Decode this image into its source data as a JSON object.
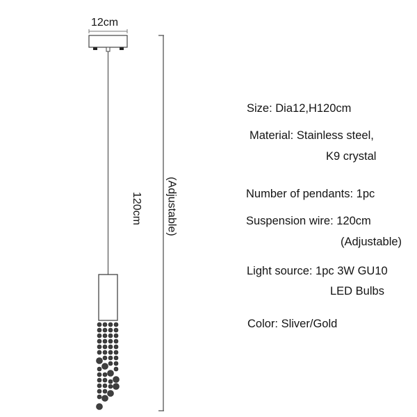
{
  "drawing": {
    "canopy_width_label": "12cm",
    "height_label": "120cm",
    "height_note": "(Adjustable)",
    "colors": {
      "line": "#555555",
      "crystal": "#3a3a3a"
    }
  },
  "specs": {
    "size": "Size: Dia12,H120cm",
    "material_line1": "Material: Stainless steel,",
    "material_line2": "K9 crystal",
    "pendants": "Number of pendants: 1pc",
    "wire_line1": "Suspension wire: 120cm",
    "wire_line2": "(Adjustable)",
    "light_line1": "Light source: 1pc 3W GU10",
    "light_line2": "LED Bulbs",
    "color": "Color: Sliver/Gold"
  }
}
